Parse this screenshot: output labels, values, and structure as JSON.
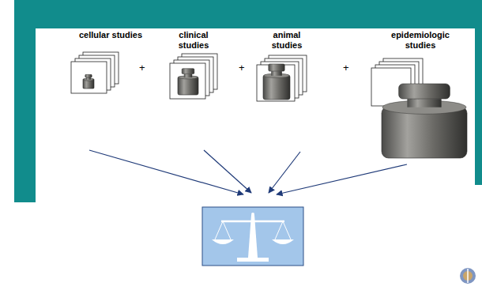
{
  "diagram": {
    "nodes": [
      {
        "text": [
          "cellular studies"
        ]
      },
      {
        "text": [
          "clinical studies"
        ]
      },
      {
        "text": [
          "animal studies"
        ]
      },
      {
        "text": [
          "epidemiologic studies"
        ]
      }
    ],
    "labels": [
      "+",
      "+",
      "+"
    ]
  }
}
